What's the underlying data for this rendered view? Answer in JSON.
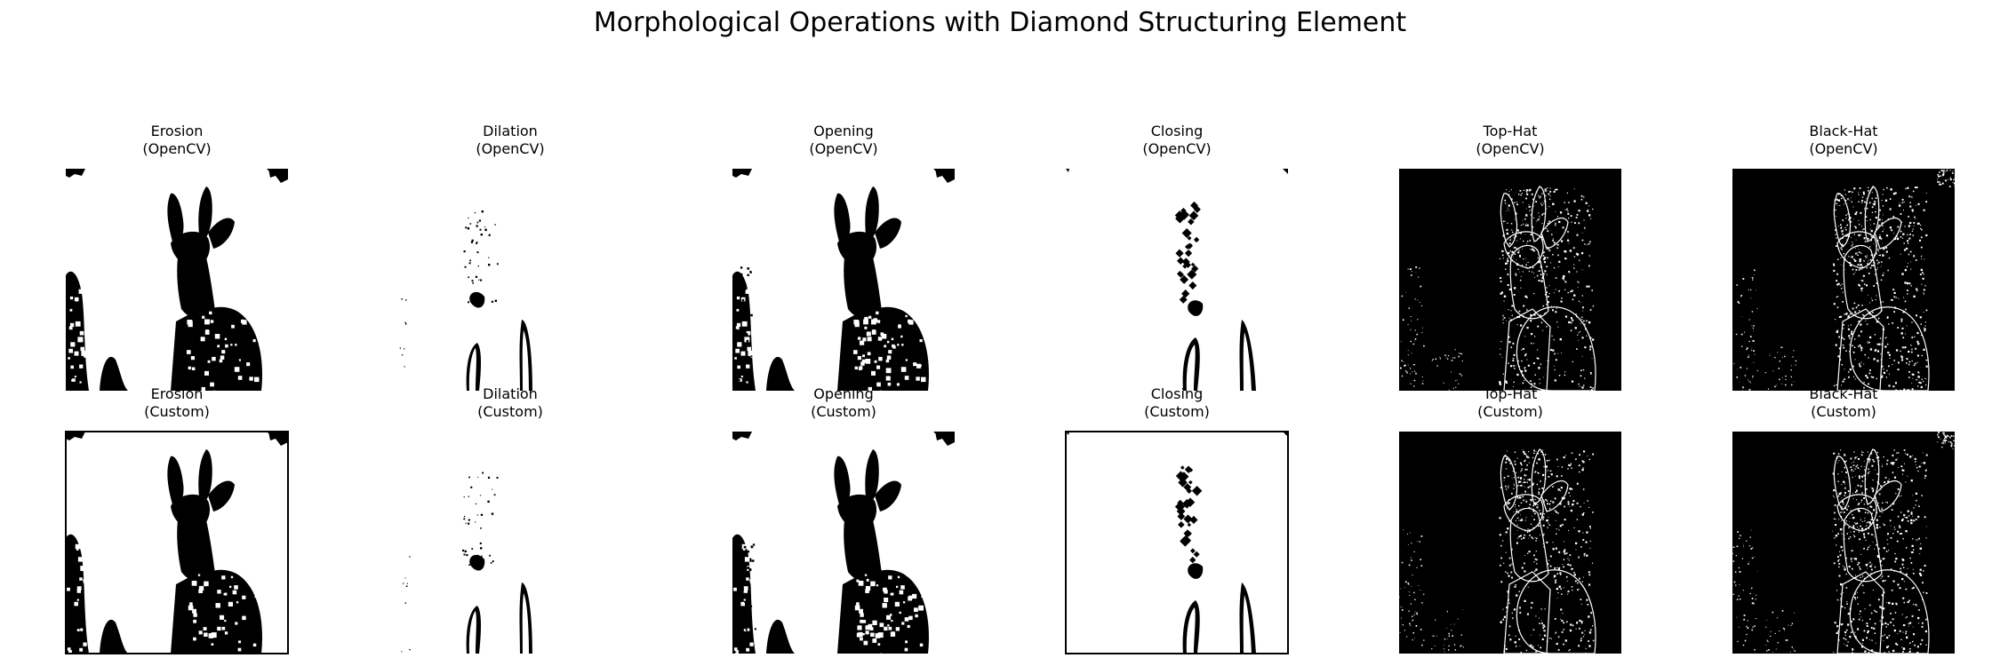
{
  "figure": {
    "title": "Morphological Operations with Diamond Structuring Element"
  },
  "rows": [
    {
      "panels": [
        {
          "op": "Erosion",
          "impl": "(OpenCV)",
          "style": "erosion"
        },
        {
          "op": "Dilation",
          "impl": "(OpenCV)",
          "style": "dilation"
        },
        {
          "op": "Opening",
          "impl": "(OpenCV)",
          "style": "opening"
        },
        {
          "op": "Closing",
          "impl": "(OpenCV)",
          "style": "closing"
        },
        {
          "op": "Top-Hat",
          "impl": "(OpenCV)",
          "style": "tophat"
        },
        {
          "op": "Black-Hat",
          "impl": "(OpenCV)",
          "style": "blackhat"
        }
      ]
    },
    {
      "panels": [
        {
          "op": "Erosion",
          "impl": "(Custom)",
          "style": "erosion"
        },
        {
          "op": "Dilation",
          "impl": "(Custom)",
          "style": "dilation"
        },
        {
          "op": "Opening",
          "impl": "(Custom)",
          "style": "opening"
        },
        {
          "op": "Closing",
          "impl": "(Custom)",
          "style": "closing"
        },
        {
          "op": "Top-Hat",
          "impl": "(Custom)",
          "style": "tophat"
        },
        {
          "op": "Black-Hat",
          "impl": "(Custom)",
          "style": "blackhat"
        }
      ]
    }
  ],
  "colors": {
    "foreground": "#000000",
    "background": "#ffffff"
  }
}
